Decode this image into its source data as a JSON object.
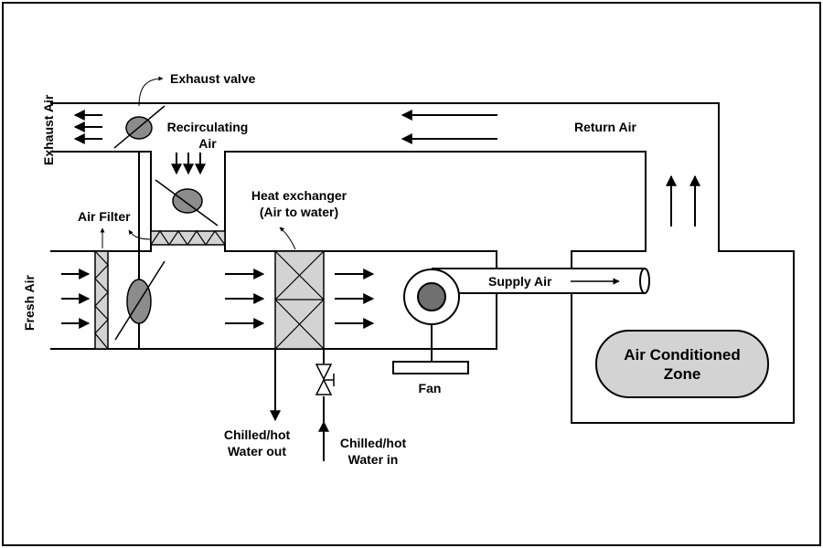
{
  "labels": {
    "exhaust_valve": "Exhaust valve",
    "exhaust_air": "Exhaust Air",
    "recirculating_line1": "Recirculating",
    "recirculating_line2": "Air",
    "return_air": "Return Air",
    "air_filter": "Air Filter",
    "heat_exchanger_line1": "Heat exchanger",
    "heat_exchanger_line2": "(Air to water)",
    "fresh_air": "Fresh Air",
    "supply_air": "Supply Air",
    "fan": "Fan",
    "zone_line1": "Air Conditioned",
    "zone_line2": "Zone",
    "water_out_line1": "Chilled/hot",
    "water_out_line2": "Water out",
    "water_in_line1": "Chilled/hot",
    "water_in_line2": "Water in"
  },
  "colors": {
    "line": "#000000",
    "component_fill": "#d3d3d3",
    "damper_fill": "#8c8c8c",
    "fan_hub": "#707070",
    "background": "#ffffff"
  }
}
